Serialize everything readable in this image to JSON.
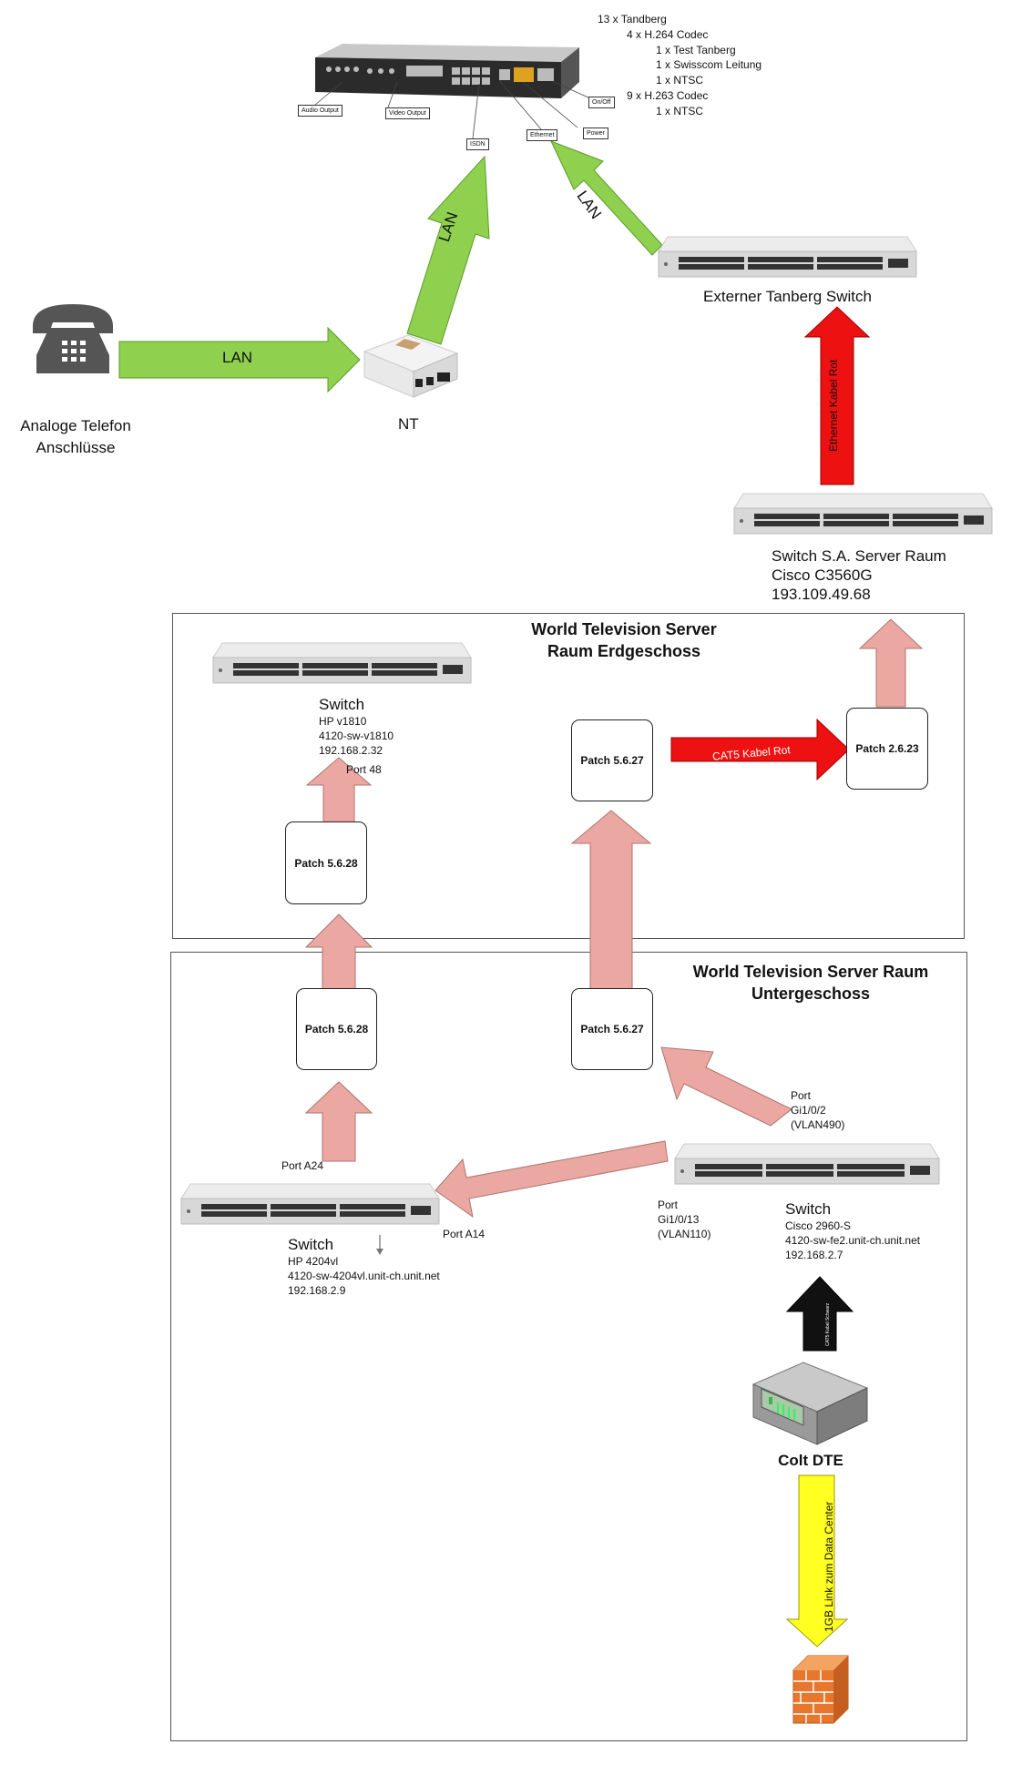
{
  "codec_device": {
    "tags": {
      "audio_output": "Audio Output",
      "video_output": "Video Output",
      "isdn": "ISDN",
      "ethernet": "Ethernet",
      "power": "Power",
      "on_off": "On/Off"
    },
    "inventory": [
      "13 x Tandberg",
      "4 x H.264 Codec",
      "1 x Test Tanberg",
      "1 x Swisscom Leitung",
      "1 x NTSC",
      "9 x H.263 Codec",
      "1 x NTSC"
    ]
  },
  "phone": {
    "label_line1": "Analoge Telefon",
    "label_line2": "Anschlüsse"
  },
  "nt": {
    "label": "NT"
  },
  "arrows": {
    "phone_to_nt": "LAN",
    "nt_to_codec": "LAN",
    "switch_to_codec": "LAN",
    "ethernet_kabel_rot": "Ethernet Kabel Rot",
    "cat5_kabel_rot": "CAT5 Kabel Rot",
    "cat5_kabel_schwarz": "CAT5 Kabel Schwarz",
    "link_data_center": "1GB Link zum Data Center"
  },
  "external_switch": {
    "label": "Externer Tanberg Switch"
  },
  "server_switch": {
    "line1": "Switch S.A. Server Raum",
    "line2": "Cisco C3560G",
    "line3": "193.109.49.68"
  },
  "room_ground": {
    "title_line1": "World Television Server",
    "title_line2": "Raum Erdgeschoss"
  },
  "room_basement": {
    "title_line1": "World Television Server Raum",
    "title_line2": "Untergeschoss"
  },
  "hp_v1810": {
    "title": "Switch",
    "model": "HP v1810",
    "host": "4120-sw-v1810",
    "ip": "192.168.2.32",
    "port": "Port 48"
  },
  "patches": {
    "p_5628_top": "Patch 5.6.28",
    "p_5627_top": "Patch 5.6.27",
    "p_2623": "Patch 2.6.23",
    "p_5628_bottom": "Patch 5.6.28",
    "p_5627_bottom": "Patch 5.6.27"
  },
  "hp_4204vl": {
    "title": "Switch",
    "model": "HP 4204vl",
    "host": "4120-sw-4204vl.unit-ch.unit.net",
    "ip": "192.168.2.9",
    "port_a24": "Port A24",
    "port_a14": "Port A14"
  },
  "cisco_2960": {
    "title": "Switch",
    "model": "Cisco 2960-S",
    "host": "4120-sw-fe2.unit-ch.unit.net",
    "ip": "192.168.2.7",
    "port_top_l1": "Port",
    "port_top_l2": "Gi1/0/2",
    "port_top_l3": "(VLAN490)",
    "port_bot_l1": "Port",
    "port_bot_l2": "Gi1/0/13",
    "port_bot_l3": "(VLAN110)"
  },
  "colt": {
    "label": "Colt DTE"
  },
  "colors": {
    "lan_green": "#8fd14f",
    "salmon": "#eba8a2",
    "red": "#ee1111",
    "yellow": "#ffff22",
    "black": "#111111",
    "firewall": "#e8772e"
  }
}
